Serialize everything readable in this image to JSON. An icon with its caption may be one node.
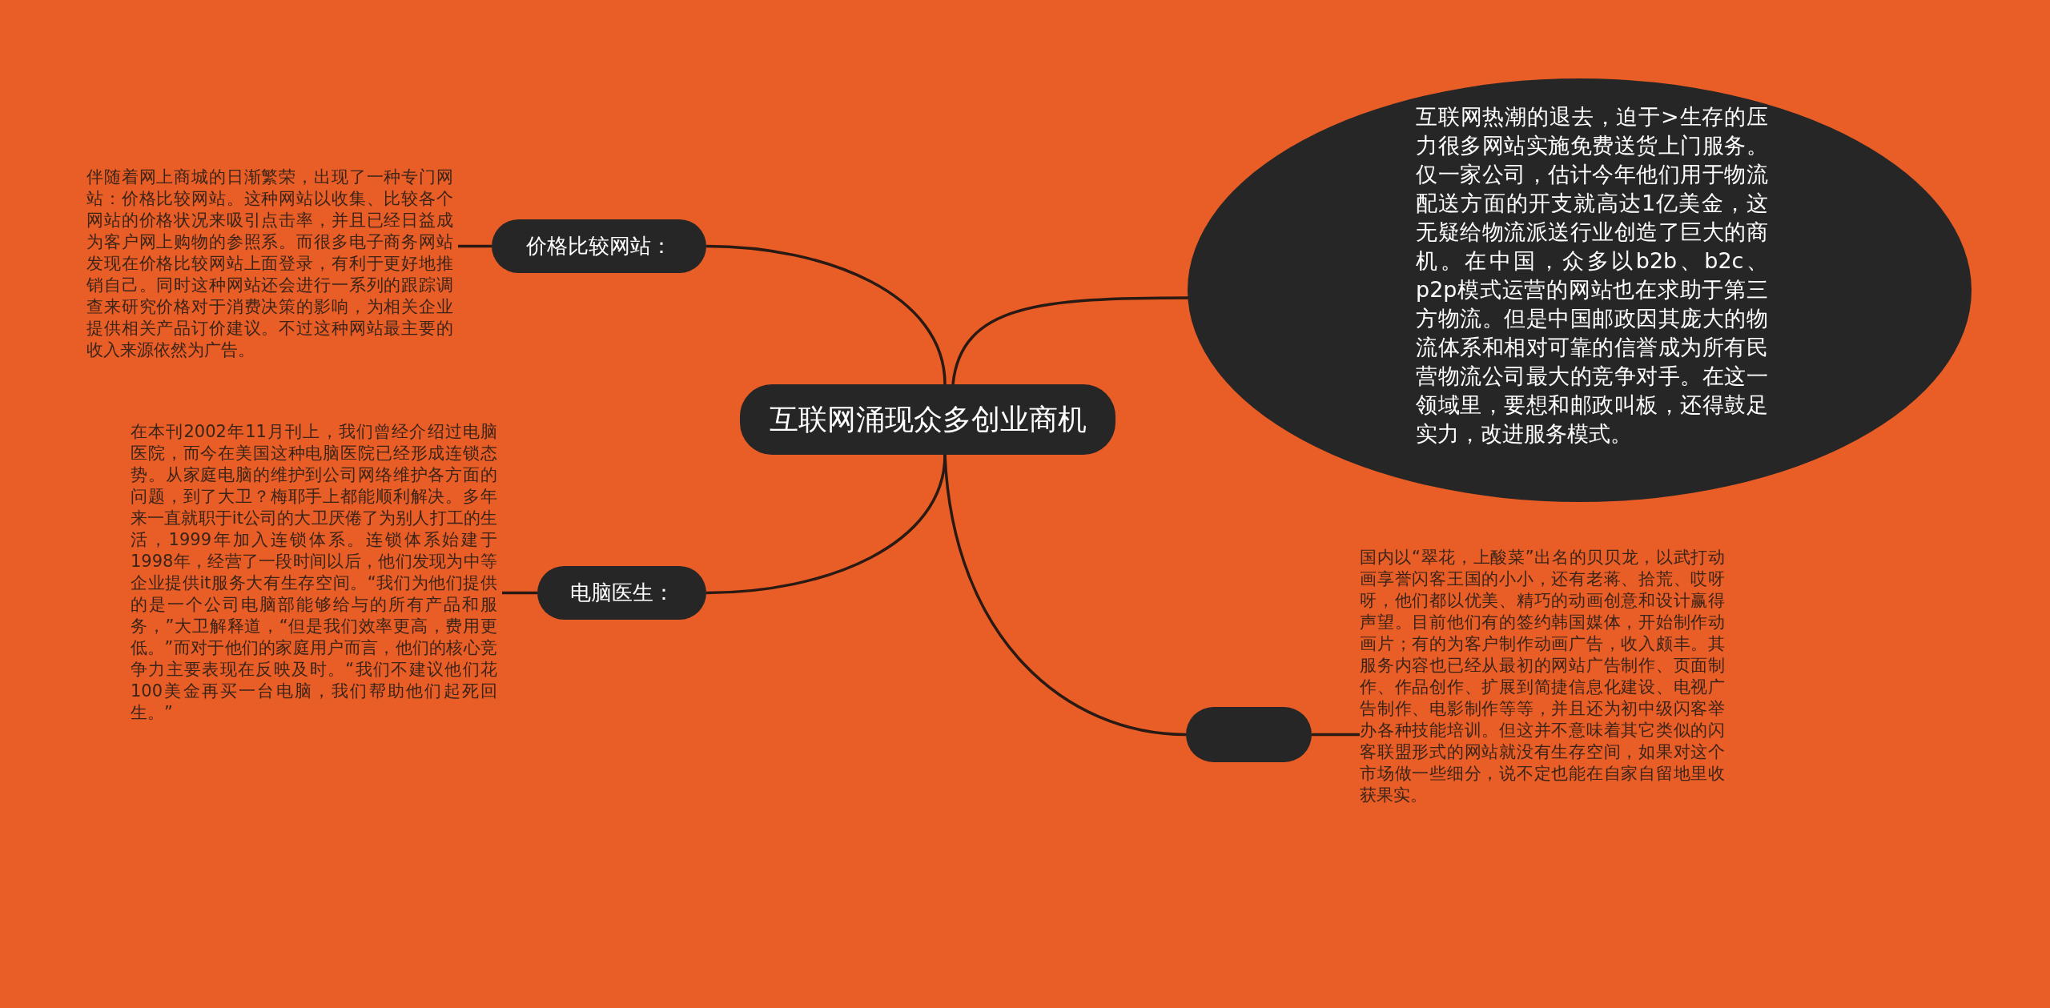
{
  "diagram": {
    "nodes": [
      {
        "text": [
          "互联网涌现众多创业商机"
        ]
      },
      {
        "text": [
          "价格比较网站："
        ]
      },
      {
        "text": [
          "伴随着网上商城的日渐繁荣，出现了一种专门网站：价格比较网站。这种网站以收集、比较各个网站的价格状况来吸引点击率，并且已经日益成为客户网上购物的参照系。而很多电子商务网站发现在价格比较网站上面登录，有利于更好地推销自己。同时这种网站还会进行一系列的跟踪调查来研究价格对于消费决策的影响，为相关企业提供相关产品订价建议。不过这种网站最主要的收入来源依然为广告。"
        ]
      },
      {
        "text": [
          "电脑医生："
        ]
      },
      {
        "text": [
          "在本刊2002年11月刊上，我们曾经介绍过电脑医院，而今在美国这种电脑医院已经形成连锁态势。从家庭电脑的维护到公司网络维护各方面的问题，到了大卫？梅耶手上都能顺利解决。多年来一直就职于it公司的大卫厌倦了为别人打工的生活，1999年加入连锁体系。连锁体系始建于1998年，经营了一段时间以后，他们发现为中等企业提供it服务大有生存空间。“我们为他们提供的是一个公司电脑部能够给与的所有产品和服务，”大卫解释道，“但是我们效率更高，费用更低。”而对于他们的家庭用户而言，他们的核心竞争力主要表现在反映及时。“我们不建议他们花100美金再买一台电脑，我们帮助他们起死回生。”"
        ]
      },
      {
        "text": [
          "互联网热潮的退去，迫于>生存的压力很多网站实施免费送货上门服务。仅一家公司，估计今年他们用于物流配送方面的开支就高达1亿美金，这无疑给物流派送行业创造了巨大的商机。在中国，众多以b2b、b2c、p2p模式运营的网站也在求助于第三方物流。但是中国邮政因其庞大的物流体系和相对可靠的信誉成为所有民营物流公司最大的竞争对手。在这一领域里，要想和邮政叫板，还得鼓足实力，改进服务模式。"
        ]
      },
      {
        "text": [],
        "shape": "box"
      },
      {
        "text": [
          "国内以“翠花，上酸菜”出名的贝贝龙，以武打动画享誉闪客王国的小小，还有老蒋、拾荒、哎呀呀，他们都以优美、精巧的动画创意和设计赢得声望。目前他们有的签约韩国媒体，开始制作动画片；有的为客户制作动画广告，收入颇丰。其服务内容也已经从最初的网站广告制作、页面制作、作品创作、扩展到简捷信息化建设、电视广告制作、电影制作等等，并且还为初中级闪客举办各种技能培训。但这并不意味着其它类似的闪客联盟形式的网站就没有生存空间，如果对这个市场做一些细分，说不定也能在自家自留地里收获果实。"
        ]
      }
    ],
    "edges": [
      {
        "from": 0,
        "to": 1,
        "arrow": "none"
      },
      {
        "from": 1,
        "to": 2,
        "arrow": "none"
      },
      {
        "from": 0,
        "to": 3,
        "arrow": "none"
      },
      {
        "from": 3,
        "to": 4,
        "arrow": "none"
      },
      {
        "from": 0,
        "to": 5,
        "arrow": "none"
      },
      {
        "from": 0,
        "to": 6,
        "arrow": "none"
      },
      {
        "from": 6,
        "to": 7,
        "arrow": "none"
      }
    ]
  }
}
